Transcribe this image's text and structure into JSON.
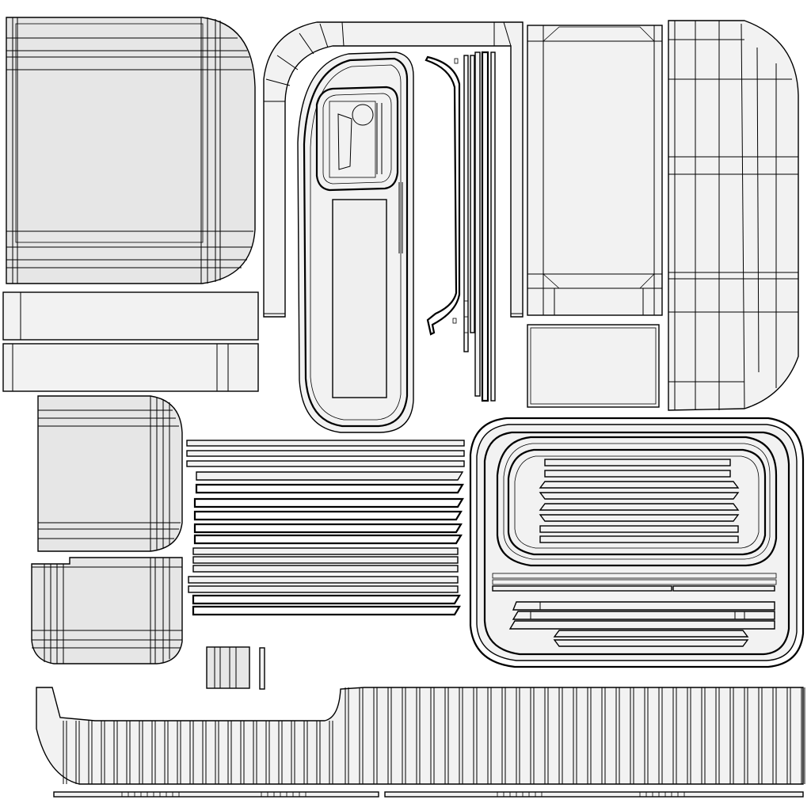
{
  "colors": {
    "background": "#ffffff",
    "fill_light": "#f2f2f2",
    "fill_mid": "#e6e6e6",
    "fill_dark": "#dcdcdc",
    "stroke": "#000000"
  },
  "uv_islands": [
    {
      "name": "square-panel-top-left",
      "shade": "mid"
    },
    {
      "name": "bar-strip-a",
      "shade": "light"
    },
    {
      "name": "bar-strip-b",
      "shade": "light"
    },
    {
      "name": "arched-frame",
      "shade": "light"
    },
    {
      "name": "door-panel-outline",
      "shade": "light"
    },
    {
      "name": "curved-rail",
      "shade": "none"
    },
    {
      "name": "vertical-strips",
      "shade": "light"
    },
    {
      "name": "panel-tall-right",
      "shade": "light"
    },
    {
      "name": "panel-grid-far-right",
      "shade": "light"
    },
    {
      "name": "small-dark-panel",
      "shade": "dark"
    },
    {
      "name": "panel-mid-left",
      "shade": "mid"
    },
    {
      "name": "panel-lower-left",
      "shade": "mid"
    },
    {
      "name": "slat-stack",
      "shade": "light"
    },
    {
      "name": "vent-panel-large",
      "shade": "light"
    },
    {
      "name": "small-block",
      "shade": "mid"
    },
    {
      "name": "bottom-ribbed-strip",
      "shade": "light"
    },
    {
      "name": "bottom-thin-strips",
      "shade": "light"
    }
  ]
}
